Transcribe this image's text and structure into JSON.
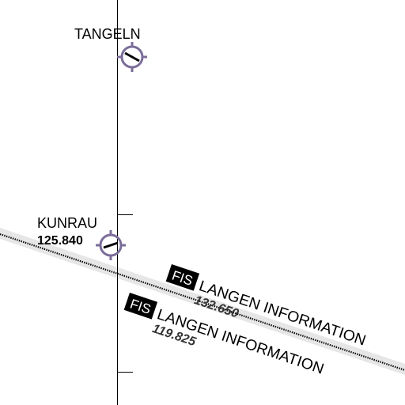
{
  "airfields": [
    {
      "name": "TANGELN",
      "frequency": ""
    },
    {
      "name": "KUNRAU",
      "frequency": "125.840"
    }
  ],
  "fis_boxes": [
    {
      "badge": "FIS",
      "service": "LANGEN INFORMATION",
      "frequency": "132.650"
    },
    {
      "badge": "FIS",
      "service": "LANGEN INFORMATION",
      "frequency": "119.825"
    }
  ],
  "colors": {
    "airfield_symbol": "#7b6d99",
    "boundary_band": "#e6e6e6",
    "line": "#000000",
    "badge_bg": "#000000",
    "badge_text": "#ffffff",
    "freq_text": "#333333"
  }
}
